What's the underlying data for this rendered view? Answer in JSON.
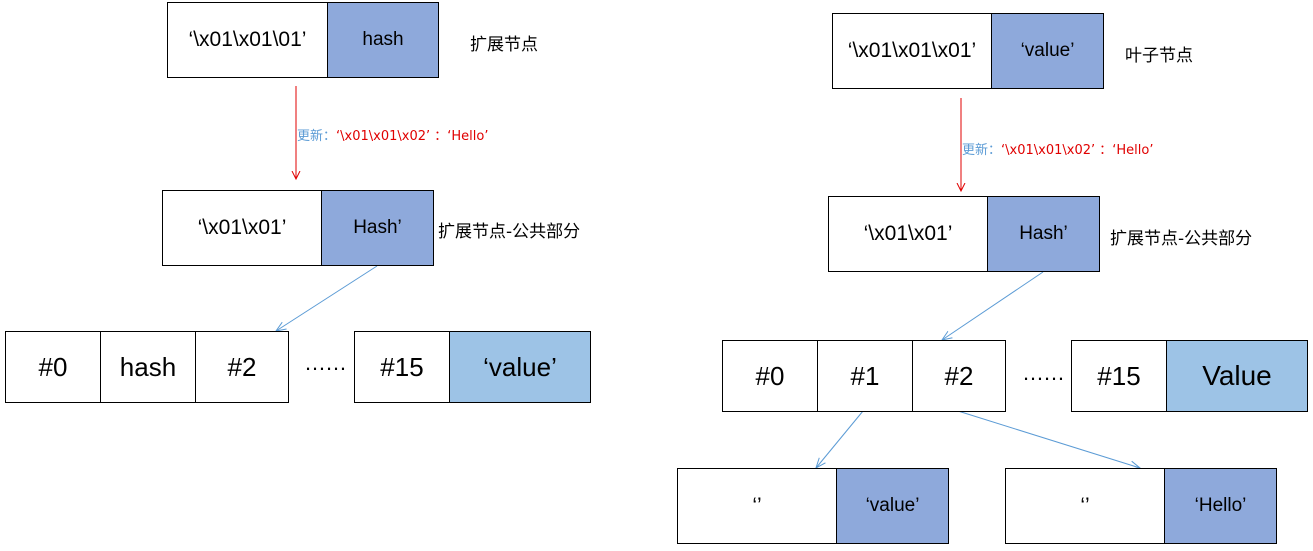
{
  "colors": {
    "node_blue": "#8EA9DB",
    "value_blue": "#9DC3E6",
    "update_arrow": "#E00000",
    "link_arrow": "#5B9BD5",
    "update_prefix": "#5B9BD5"
  },
  "left": {
    "top_node": {
      "key": "‘\\x01\\x01\\01’",
      "value": "hash",
      "label": "扩展节点"
    },
    "update": {
      "prefix": "更新：",
      "text": "‘\\x01\\x01\\x02’ ：‘Hello’"
    },
    "mid_node": {
      "key": "‘\\x01\\x01’",
      "value": "Hash’",
      "label": "扩展节点-公共部分"
    },
    "branch": {
      "c0": "#0",
      "c1": "hash",
      "c2": "#2",
      "ellipsis": "……",
      "c15": "#15",
      "value": "‘value’"
    }
  },
  "right": {
    "top_node": {
      "key": "‘\\x01\\x01\\x01’",
      "value": "‘value’",
      "label": "叶子节点"
    },
    "update": {
      "prefix": "更新：",
      "text": "‘\\x01\\x01\\x02’ ：‘Hello’"
    },
    "mid_node": {
      "key": "‘\\x01\\x01’",
      "value": "Hash’",
      "label": "扩展节点-公共部分"
    },
    "branch": {
      "c0": "#0",
      "c1": "#1",
      "c2": "#2",
      "ellipsis": "……",
      "c15": "#15",
      "value": "Value"
    },
    "leaf1": {
      "key": "‘’",
      "value": "‘value’"
    },
    "leaf2": {
      "key": "‘’",
      "value": "‘Hello’"
    }
  }
}
